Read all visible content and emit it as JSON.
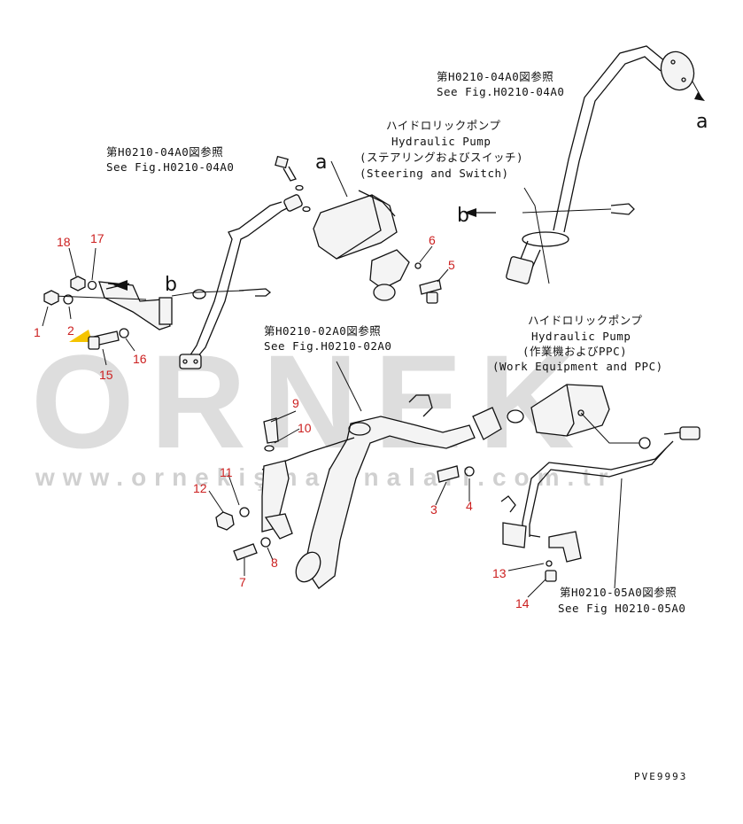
{
  "watermark": {
    "brand": "ORNEK",
    "url": "www.ornekişmakinalari.com.tr",
    "accent_color": "#f5c400"
  },
  "references": {
    "ref_04a0_left": {
      "jp": "第H0210-04A0図参照",
      "en": "See Fig.H0210-04A0"
    },
    "ref_04a0_right": {
      "jp": "第H0210-04A0図参照",
      "en": "See Fig.H0210-04A0"
    },
    "ref_02a0": {
      "jp": "第H0210-02A0図参照",
      "en": "See Fig.H0210-02A0"
    },
    "ref_05a0": {
      "jp": "第H0210-05A0図参照",
      "en": "See Fig H0210-05A0"
    }
  },
  "pumps": {
    "steering": {
      "jp": "ハイドロリックポンプ",
      "en": "Hydraulic Pump",
      "jp_sub": "(ステアリングおよびスイッチ)",
      "en_sub": "(Steering and Switch)"
    },
    "work": {
      "jp": "ハイドロリックポンプ",
      "en": "Hydraulic Pump",
      "jp_sub": "(作業機およびPPC)",
      "en_sub": "(Work Equipment and PPC)"
    }
  },
  "letters": {
    "a_top": "a",
    "a_right": "a",
    "b_left": "b",
    "b_right": "b"
  },
  "part_numbers": {
    "p1": "1",
    "p2": "2",
    "p3": "3",
    "p4": "4",
    "p5": "5",
    "p6": "6",
    "p7": "7",
    "p8": "8",
    "p9": "9",
    "p10": "10",
    "p11": "11",
    "p12": "12",
    "p13": "13",
    "p14": "14",
    "p15": "15",
    "p16": "16",
    "p17": "17",
    "p18": "18"
  },
  "drawing_code": "PVE9993"
}
